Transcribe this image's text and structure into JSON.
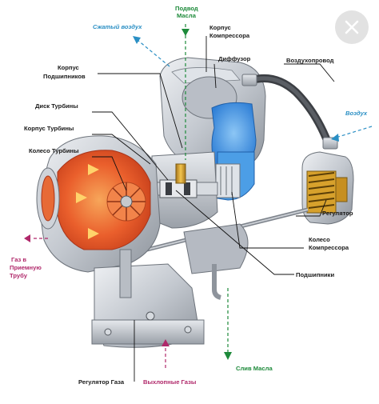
{
  "close_button": {
    "icon": "close-icon"
  },
  "labels": {
    "compressed_air": "Сжатый воздух",
    "oil_in_1": "Подвод",
    "oil_in_2": "Масла",
    "comp_housing_1": "Корпус",
    "comp_housing_2": "Компрессора",
    "diffuser": "Диффузор",
    "air_duct": "Воздухопровод",
    "bearing_housing_1": "Корпус",
    "bearing_housing_2": "Подшипников",
    "turbine_disc": "Диск Турбины",
    "turbine_housing": "Корпус Турбины",
    "turbine_wheel": "Колесо Турбины",
    "air": "Воздух",
    "regulator": "Регулятор",
    "comp_wheel_1": "Колесо",
    "comp_wheel_2": "Компрессора",
    "bearings": "Подшипники",
    "gas_to_pipe_1": "Газ в",
    "gas_to_pipe_2": "Приемную",
    "gas_to_pipe_3": "Трубу",
    "gas_regulator": "Регулятор Газа",
    "exhaust_gases": "Выхлопные Газы",
    "oil_drain": "Слив Масла"
  },
  "colors": {
    "hot": "#e8572a",
    "cold": "#3b8fe0",
    "metal": "#c7cbd2",
    "accent_cyan": "#2a8fc4",
    "accent_green": "#1d8a3a",
    "accent_magenta": "#b0286a"
  }
}
